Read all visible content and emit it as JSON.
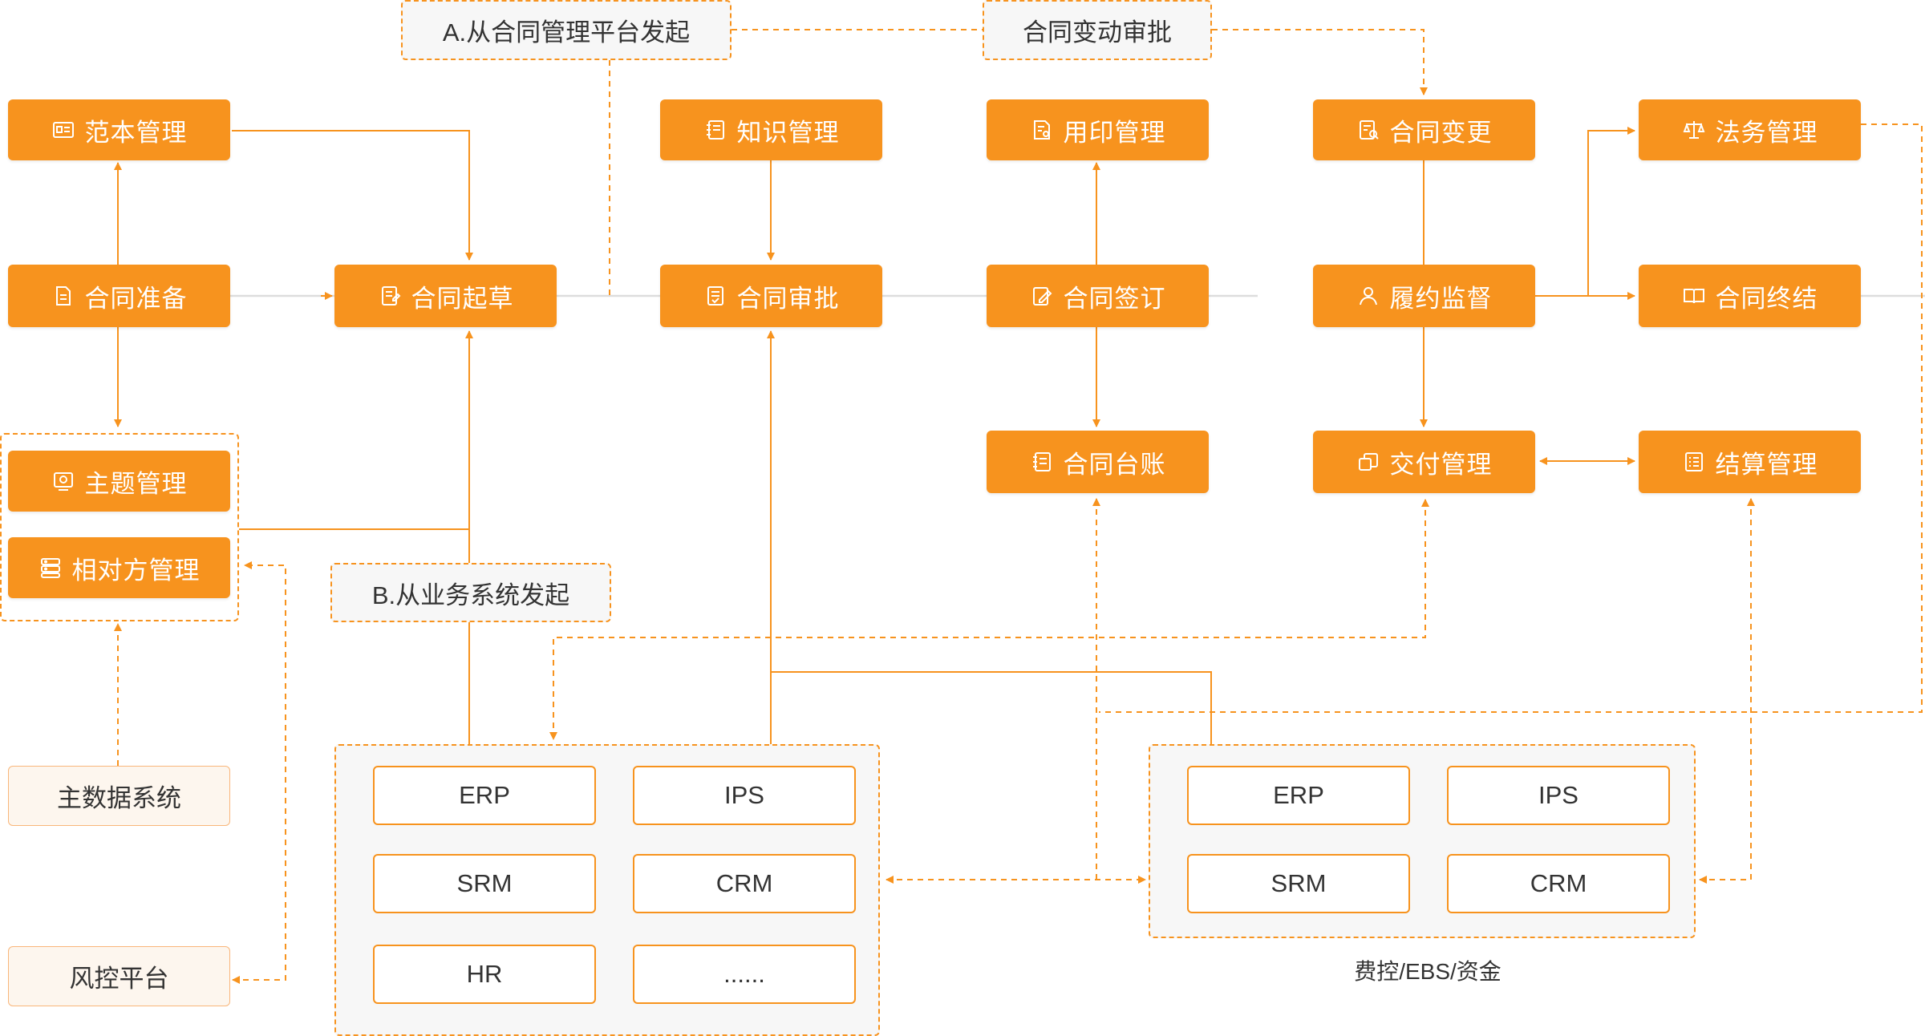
{
  "labels": {
    "launch_a": "A.从合同管理平台发起",
    "change_approval": "合同变动审批",
    "launch_b": "B.从业务系统发起"
  },
  "nodes": {
    "template_mgmt": {
      "label": "范本管理",
      "icon": "id-card-icon"
    },
    "contract_prep": {
      "label": "合同准备",
      "icon": "document-icon"
    },
    "contract_draft": {
      "label": "合同起草",
      "icon": "draft-document-icon"
    },
    "knowledge_mgmt": {
      "label": "知识管理",
      "icon": "notebook-icon"
    },
    "contract_approval": {
      "label": "合同审批",
      "icon": "approval-document-icon"
    },
    "seal_mgmt": {
      "label": "用印管理",
      "icon": "seal-document-icon"
    },
    "contract_signing": {
      "label": "合同签订",
      "icon": "sign-pen-icon"
    },
    "contract_ledger": {
      "label": "合同台账",
      "icon": "ledger-icon"
    },
    "contract_change": {
      "label": "合同变更",
      "icon": "change-document-icon"
    },
    "performance_supervision": {
      "label": "履约监督",
      "icon": "person-icon"
    },
    "delivery_mgmt": {
      "label": "交付管理",
      "icon": "copy-boxes-icon"
    },
    "legal_mgmt": {
      "label": "法务管理",
      "icon": "scales-icon"
    },
    "contract_termination": {
      "label": "合同终结",
      "icon": "book-icon"
    },
    "settlement_mgmt": {
      "label": "结算管理",
      "icon": "list-document-icon"
    },
    "topic_mgmt": {
      "label": "主题管理",
      "icon": "picture-frame-icon"
    },
    "counterparty_mgmt": {
      "label": "相对方管理",
      "icon": "server-stack-icon"
    }
  },
  "sources": {
    "master_data": "主数据系统",
    "risk_control": "风控平台"
  },
  "business_systems": [
    "ERP",
    "IPS",
    "SRM",
    "CRM",
    "HR",
    "......"
  ],
  "finance_systems": [
    "ERP",
    "IPS",
    "SRM",
    "CRM"
  ],
  "finance_caption": "费控/EBS/资金",
  "colors": {
    "accent": "#F7931E",
    "light_fill": "#FDF6EE",
    "group_fill": "#F7F7F7",
    "text": "#333333",
    "connector_gray": "#DDDDDD"
  }
}
